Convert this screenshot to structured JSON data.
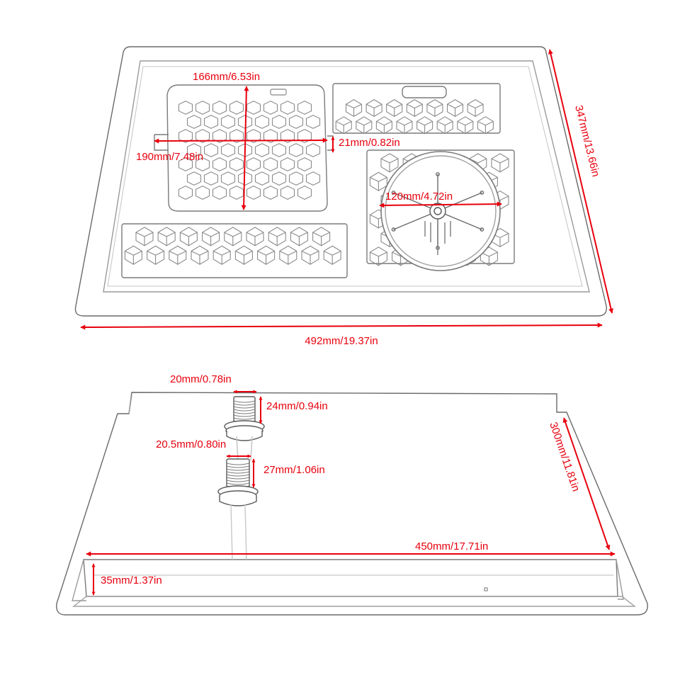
{
  "colors": {
    "dimension": "#e8000d",
    "outline": "#6a6a6a",
    "sketch": "#9a9a9a",
    "background": "#ffffff"
  },
  "top_view": {
    "width_label": "492mm/19.37in",
    "depth_label": "347mm/13.66in",
    "basket_depth_label": "166mm/6.53in",
    "basket_width_label": "190mm/7.48in",
    "basket_lip_label": "21mm/0.82in",
    "rinser_label": "120mm/4.72in"
  },
  "bottom_view": {
    "upper_fitting_diameter_label": "20mm/0.78in",
    "upper_fitting_length_label": "24mm/0.94in",
    "lower_fitting_diameter_label": "20.5mm/0.80in",
    "lower_fitting_length_label": "27mm/1.06in",
    "width_label": "450mm/17.71in",
    "depth_label": "300mm/11.81in",
    "height_label": "35mm/1.37in"
  }
}
